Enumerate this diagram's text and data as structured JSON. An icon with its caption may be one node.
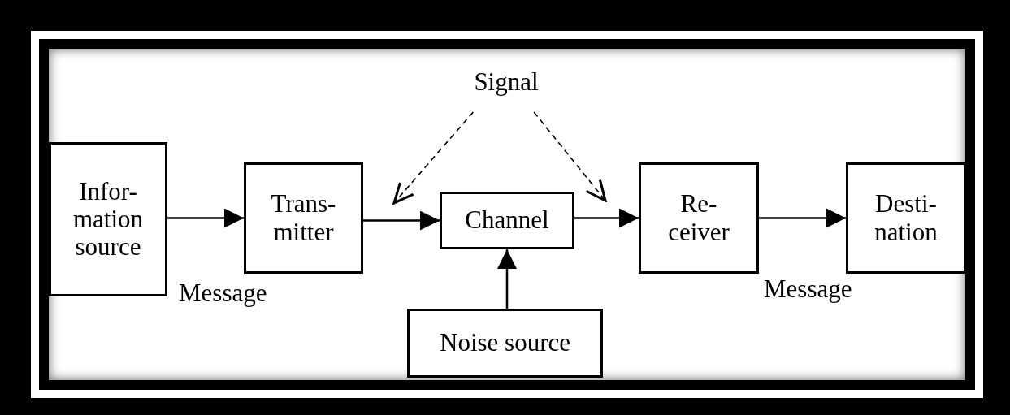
{
  "diagram": {
    "nodes": [
      {
        "text": [
          "Infor- mation source"
        ]
      },
      {
        "text": [
          "Trans- mitter"
        ]
      },
      {
        "text": [
          "Channel"
        ]
      },
      {
        "text": [
          "Re- ceiver"
        ]
      },
      {
        "text": [
          "Desti- nation"
        ]
      },
      {
        "text": [
          "Noise source"
        ]
      },
      {
        "text": [
          "Signal"
        ]
      }
    ],
    "edges": [
      {
        "from": 0,
        "to": 1,
        "arrow": "to"
      },
      {
        "from": 1,
        "to": 2,
        "arrow": "to"
      },
      {
        "from": 2,
        "to": 3,
        "arrow": "to"
      },
      {
        "from": 3,
        "to": 4,
        "arrow": "to"
      },
      {
        "from": 5,
        "to": 2,
        "arrow": "to"
      },
      {
        "from": 6,
        "to": null,
        "arrow": "to",
        "style": "dashed"
      },
      {
        "from": 6,
        "to": null,
        "arrow": "to",
        "style": "dashed"
      }
    ],
    "labels": [
      "Message",
      "Message"
    ]
  }
}
